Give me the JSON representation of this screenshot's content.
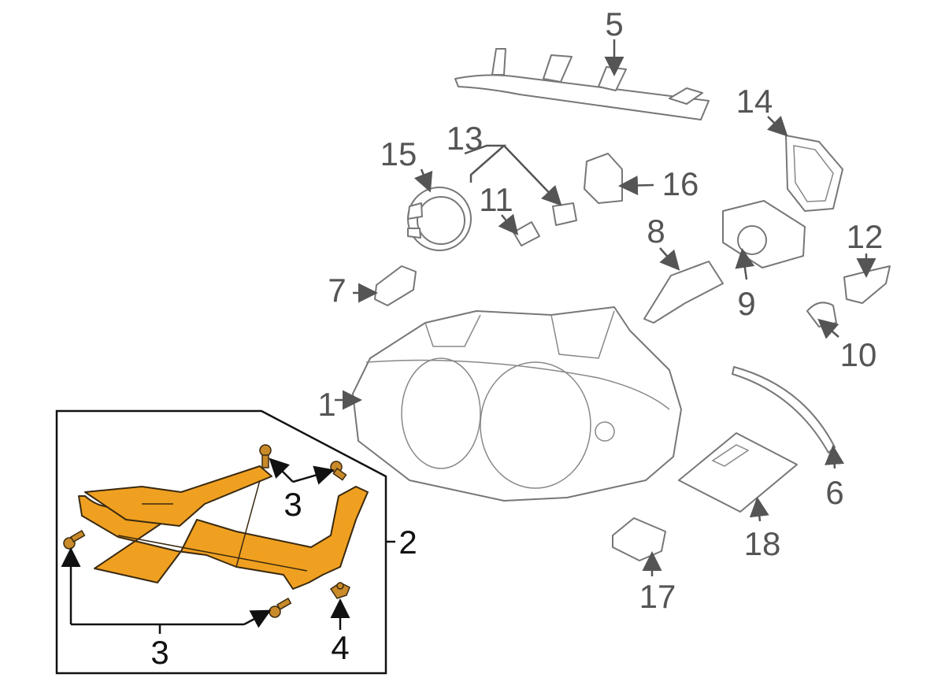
{
  "diagram": {
    "callouts": {
      "c1": "1",
      "c2": "2",
      "c3a": "3",
      "c3b": "3",
      "c4": "4",
      "c5": "5",
      "c6": "6",
      "c7": "7",
      "c8": "8",
      "c9": "9",
      "c10": "10",
      "c11": "11",
      "c12": "12",
      "c13": "13",
      "c14": "14",
      "c15": "15",
      "c16": "16",
      "c17": "17",
      "c18": "18"
    },
    "colors": {
      "highlight": "#F0A020",
      "line": "#777777",
      "box": "#111111"
    }
  }
}
